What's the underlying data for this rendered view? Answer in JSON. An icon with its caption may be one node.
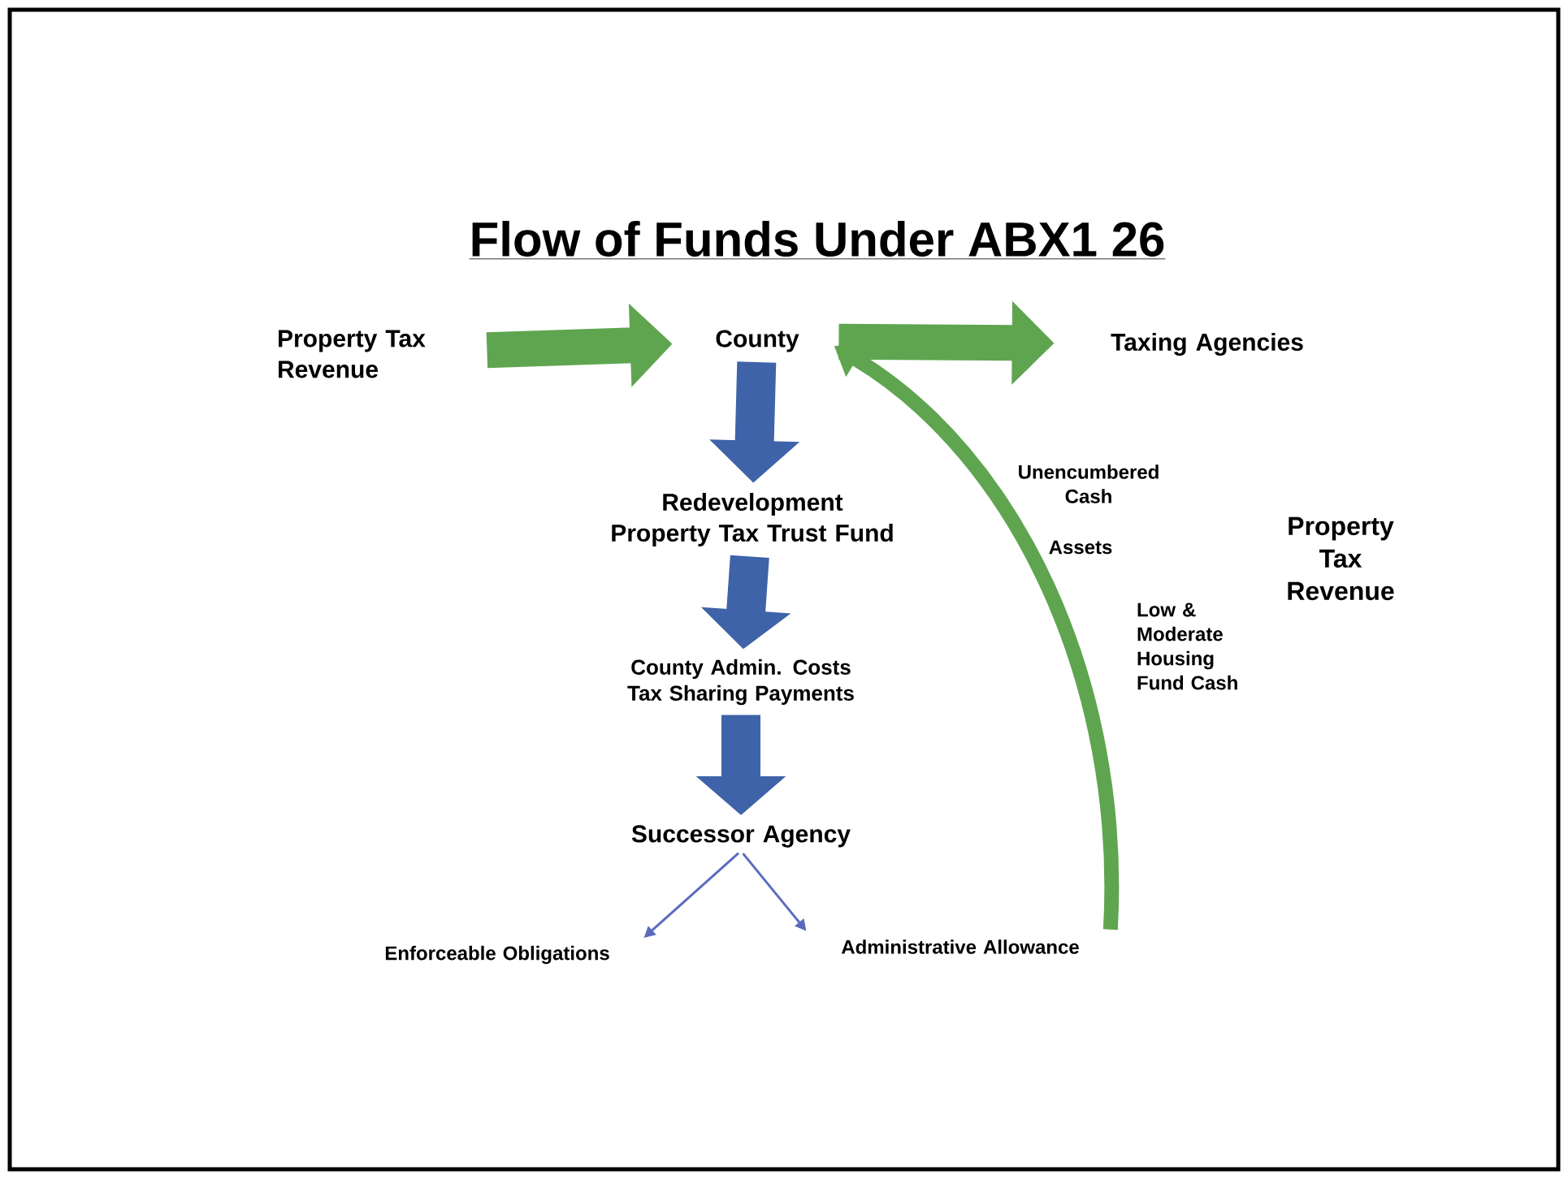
{
  "diagram": {
    "title": "Flow of Funds Under ABX1 26",
    "nodes": [
      {
        "text": [
          "Property Tax Revenue"
        ]
      },
      {
        "text": [
          "County"
        ]
      },
      {
        "text": [
          "Taxing Agencies"
        ]
      },
      {
        "text": [
          "Redevelopment Property Tax Trust Fund"
        ]
      },
      {
        "text": [
          "County Admin. Costs Tax Sharing Payments"
        ]
      },
      {
        "text": [
          "Successor Agency"
        ]
      },
      {
        "text": [
          "Enforceable Obligations"
        ]
      },
      {
        "text": [
          "Administrative Allowance"
        ]
      }
    ],
    "edges": [
      {
        "from": 0,
        "to": 1,
        "arrow": "to",
        "color": "#5fa550"
      },
      {
        "from": 1,
        "to": 2,
        "arrow": "to",
        "color": "#5fa550"
      },
      {
        "from": 1,
        "to": 3,
        "arrow": "to",
        "color": "#3f63a8"
      },
      {
        "from": 3,
        "to": 4,
        "arrow": "to",
        "color": "#3f63a8"
      },
      {
        "from": 4,
        "to": 5,
        "arrow": "to",
        "color": "#3f63a8"
      },
      {
        "from": 5,
        "to": 6,
        "arrow": "to",
        "color": "#5b6bbf"
      },
      {
        "from": 5,
        "to": 7,
        "arrow": "to",
        "color": "#5b6bbf"
      },
      {
        "from": 7,
        "to": 1,
        "arrow": "to",
        "color": "#5fa550"
      }
    ],
    "labels": [
      "Unencumbered Cash",
      "Assets",
      "Property Tax Revenue",
      "Low & Moderate Housing Fund Cash"
    ]
  }
}
